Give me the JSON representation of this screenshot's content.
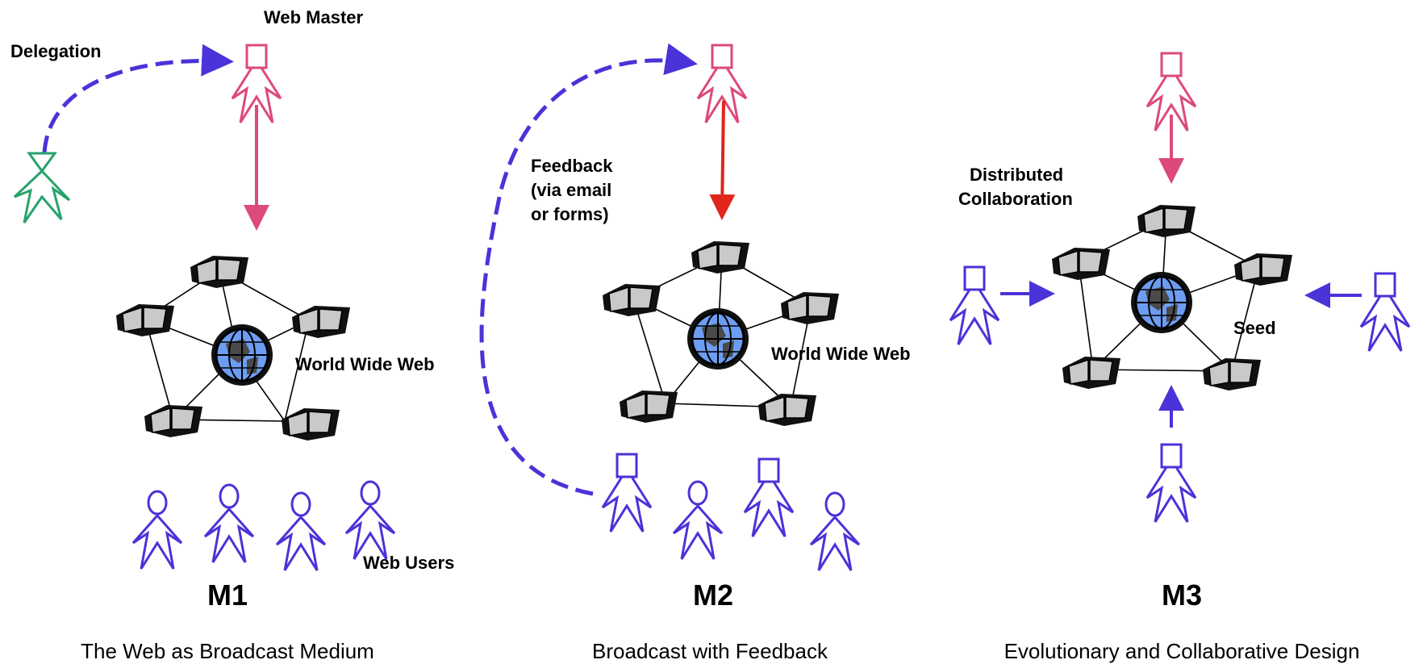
{
  "colors": {
    "webmaster": "#dc4a79",
    "users": "#4a33d8",
    "delegate": "#27a36b",
    "feedback_arrow": "#e0261a",
    "edges": "#000000",
    "book": "#c9c9c9",
    "globe": "#6d9df2"
  },
  "icons": {
    "user": "stick-figure-user-icon",
    "designer": "square-head-designer-icon",
    "delegate": "triangle-head-delegate-icon",
    "page": "open-book-page-icon",
    "globe": "globe-icon"
  },
  "m1": {
    "web_master_label": "Web Master",
    "delegation_label": "Delegation",
    "web_label": "World Wide Web",
    "users_label": "Web Users",
    "title": "M1",
    "caption": "The Web as Broadcast Medium"
  },
  "m2": {
    "feedback_line1": "Feedback",
    "feedback_line2": "(via email",
    "feedback_line3": "or forms)",
    "web_label": "World Wide Web",
    "title": "M2",
    "caption": "Broadcast with Feedback"
  },
  "m3": {
    "collab_line1": "Distributed",
    "collab_line2": "Collaboration",
    "seed_label": "Seed",
    "title": "M3",
    "caption": "Evolutionary and Collaborative Design"
  }
}
